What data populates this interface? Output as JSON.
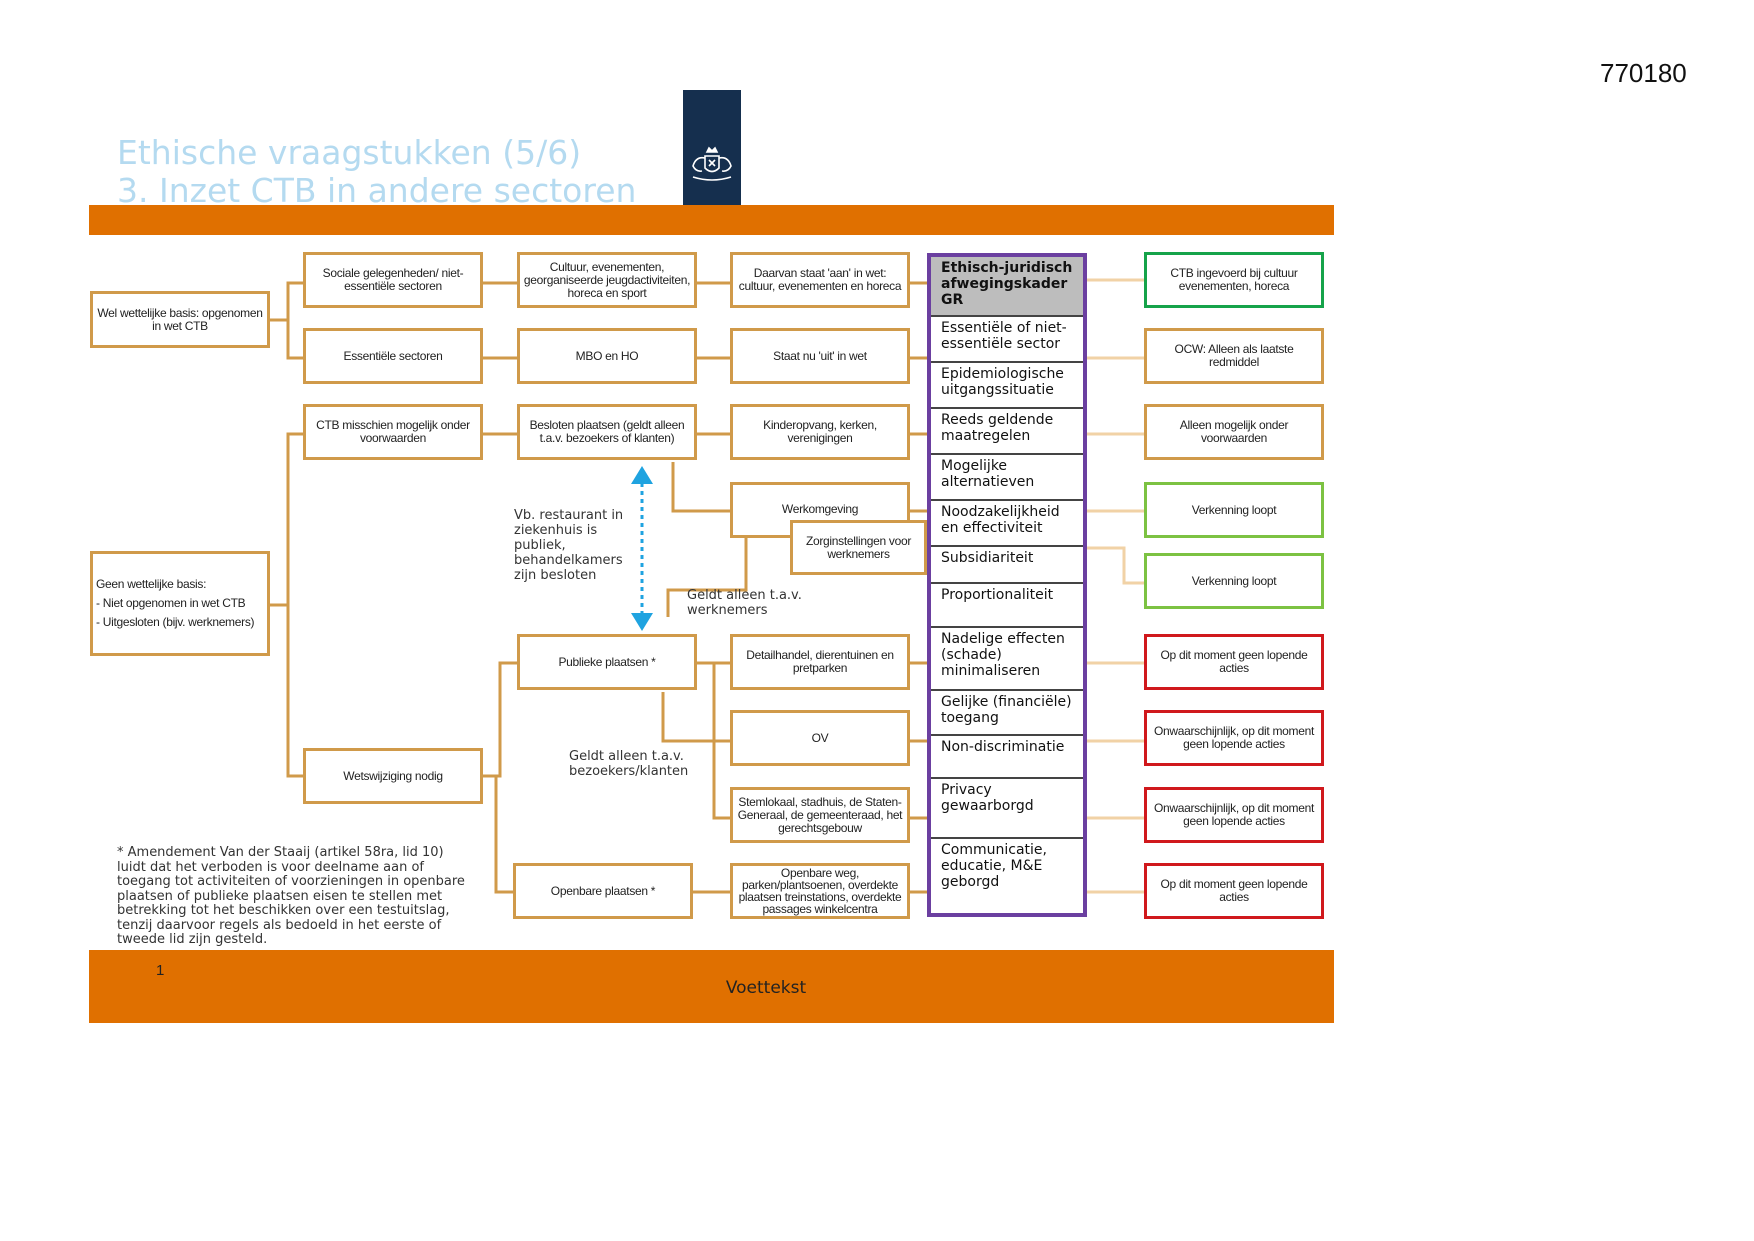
{
  "document_number": "770180",
  "title": {
    "line1": "Ethische vraagstukken (5/6)",
    "line2": "3. Inzet CTB in andere sectoren"
  },
  "colors": {
    "accent_orange": "#e07000",
    "title_blue": "#b4daf0",
    "logo_navy": "#152f4e",
    "box_border": "#d09a4a",
    "framework_purple": "#6b3fa0",
    "status_green_dark": "#16a34a",
    "status_green_light": "#7cc242",
    "status_red": "#d0181c",
    "arrow_blue": "#1fa3e0"
  },
  "logo_icon": "royal-coat-of-arms-icon",
  "basis": {
    "with": "Wel wettelijke basis: opgenomen in wet CTB",
    "without_title": "Geen wettelijke basis:",
    "without_item1": "- Niet opgenomen in wet CTB",
    "without_item2": "- Uitgesloten (bijv. werknemers)"
  },
  "categories": {
    "social": "Sociale gelegenheden/ niet-essentiële sectoren",
    "essential": "Essentiële sectoren",
    "maybe": "CTB misschien mogelijk onder voorwaarden",
    "law_change": "Wetswijziging nodig"
  },
  "subcategories": {
    "culture": "Cultuur, evenementen, georganiseerde jeugdactiviteiten, horeca en sport",
    "education": "MBO en HO",
    "closed_places": "Besloten plaatsen (geldt alleen t.a.v. bezoekers of klanten)",
    "public_places": "Publieke plaatsen *",
    "open_places": "Openbare plaatsen *"
  },
  "details": {
    "in_law": "Daarvan staat 'aan' in wet: cultuur, evenementen en horeca",
    "out_law": "Staat nu 'uit' in wet",
    "childcare": "Kinderopvang, kerken, verenigingen",
    "workplace": "Werkomgeving",
    "care": "Zorginstellingen voor werknemers",
    "retail": "Detailhandel, dierentuinen en pretparken",
    "transport": "OV",
    "voting": "Stemlokaal, stadhuis, de Staten-Generaal, de gemeenteraad, het gerechtsgebouw",
    "public_road": "Openbare weg, parken/plantsoenen, overdekte plaatsen treinstations, overdekte passages winkelcentra"
  },
  "notes": {
    "example": "Vb. restaurant in ziekenhuis is publiek, behandelkamers zijn besloten",
    "workers_only": "Geldt alleen t.a.v. werknemers",
    "visitors_only": "Geldt alleen t.a.v. bezoekers/klanten",
    "amendment": "* Amendement Van der Staaij (artikel 58ra, lid 10) luidt dat het verboden is voor deelname aan of toegang tot activiteiten of voorzieningen in openbare plaatsen of publieke plaatsen eisen te stellen met betrekking tot het beschikken over een testuitslag, tenzij daarvoor regels als bedoeld in het eerste of tweede lid zijn gesteld."
  },
  "framework": {
    "header": "Ethisch-juridisch afwegingskader GR",
    "rows": [
      "Essentiële of niet-essentiële sector",
      "Epidemiologische uitgangssituatie",
      "Reeds geldende maatregelen",
      "Mogelijke alternatieven",
      "Noodzakelijkheid en effectiviteit",
      "Subsidiariteit",
      "Proportionaliteit",
      "Nadelige effecten (schade) minimaliseren",
      "Gelijke (financiële) toegang",
      "Non-discriminatie",
      "Privacy gewaarborgd",
      "Communicatie, educatie, M&E geborgd"
    ]
  },
  "status": [
    {
      "text": "CTB ingevoerd bij cultuur evenementen, horeca",
      "color": "green-dark"
    },
    {
      "text": "OCW: Alleen als laatste redmiddel",
      "color": "orange"
    },
    {
      "text": "Alleen mogelijk onder voorwaarden",
      "color": "orange"
    },
    {
      "text": "Verkenning loopt",
      "color": "green-light"
    },
    {
      "text": "Verkenning loopt",
      "color": "green-light"
    },
    {
      "text": "Op dit moment geen lopende acties",
      "color": "red"
    },
    {
      "text": "Onwaarschijnlijk, op dit moment geen lopende acties",
      "color": "red"
    },
    {
      "text": "Onwaarschijnlijk, op dit moment geen lopende acties",
      "color": "red"
    },
    {
      "text": "Op dit moment geen lopende acties",
      "color": "red"
    }
  ],
  "footer": {
    "page_number": "1",
    "text": "Voettekst"
  }
}
